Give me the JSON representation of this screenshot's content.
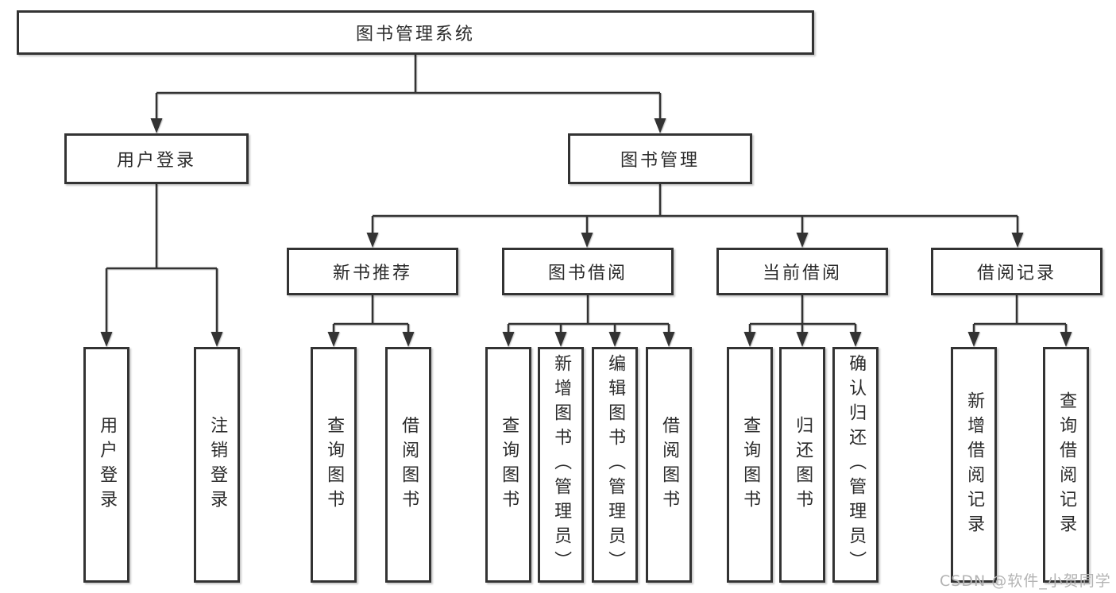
{
  "diagram": {
    "root": {
      "label": "图书管理系统"
    },
    "level2": [
      {
        "label": "用户登录"
      },
      {
        "label": "图书管理"
      }
    ],
    "level3": [
      {
        "label": "新书推荐",
        "parent": "图书管理"
      },
      {
        "label": "图书借阅",
        "parent": "图书管理"
      },
      {
        "label": "当前借阅",
        "parent": "图书管理"
      },
      {
        "label": "借阅记录",
        "parent": "图书管理"
      }
    ],
    "leaves": [
      {
        "label": "用户登录",
        "parent": "用户登录"
      },
      {
        "label": "注销登录",
        "parent": "用户登录"
      },
      {
        "label": "查询图书",
        "parent": "新书推荐"
      },
      {
        "label": "借阅图书",
        "parent": "新书推荐"
      },
      {
        "label": "查询图书",
        "parent": "图书借阅"
      },
      {
        "label": "新增图书（管理员）",
        "parent": "图书借阅"
      },
      {
        "label": "编辑图书（管理员）",
        "parent": "图书借阅"
      },
      {
        "label": "借阅图书",
        "parent": "图书借阅"
      },
      {
        "label": "查询图书",
        "parent": "当前借阅"
      },
      {
        "label": "归还图书",
        "parent": "当前借阅"
      },
      {
        "label": "确认归还（管理员）",
        "parent": "当前借阅"
      },
      {
        "label": "新增借阅记录",
        "parent": "借阅记录"
      },
      {
        "label": "查询借阅记录",
        "parent": "借阅记录"
      }
    ]
  },
  "watermark": {
    "text": "CSDN @软件_小贺同学",
    "color": "#b3b3b3"
  },
  "colors": {
    "background": "#ffffff",
    "box_border": "#333333",
    "connector_line": "#333333",
    "text": "#2b2b2b"
  }
}
